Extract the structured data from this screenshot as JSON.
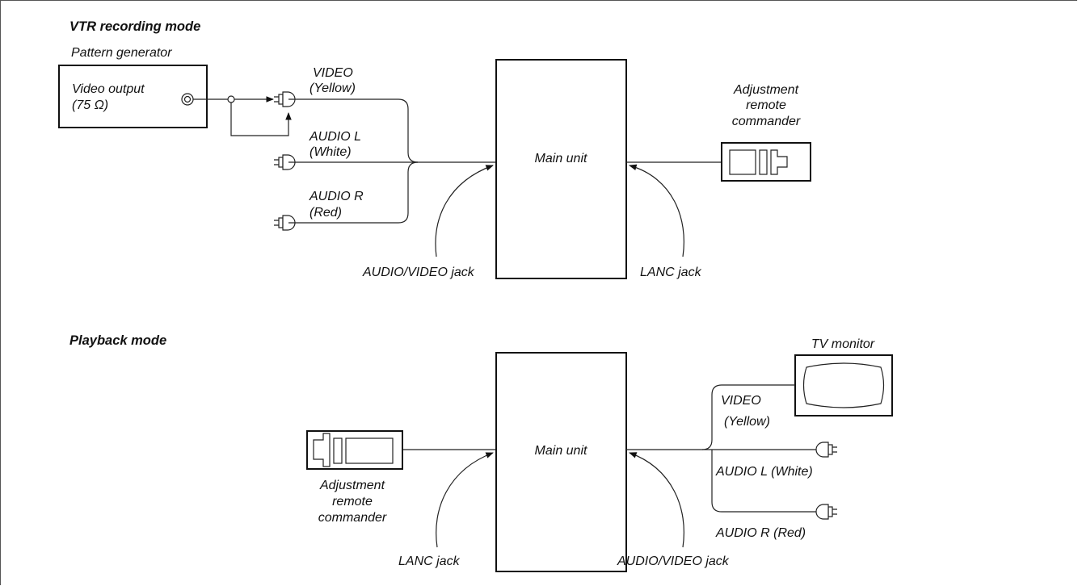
{
  "sections": {
    "vtr": {
      "heading": "VTR recording mode",
      "pattern_generator_label": "Pattern generator",
      "video_output_line1": "Video output",
      "video_output_line2": "(75 Ω)",
      "video_label_line1": "VIDEO",
      "video_label_line2": "(Yellow)",
      "audio_l_line1": "AUDIO L",
      "audio_l_line2": "(White)",
      "audio_r_line1": "AUDIO R",
      "audio_r_line2": "(Red)",
      "main_unit": "Main unit",
      "av_jack": "AUDIO/VIDEO jack",
      "lanc_jack": "LANC jack",
      "remote_line1": "Adjustment",
      "remote_line2": "remote",
      "remote_line3": "commander"
    },
    "playback": {
      "heading": "Playback mode",
      "main_unit": "Main unit",
      "tv_monitor": "TV monitor",
      "video_line1": "VIDEO",
      "video_line2": "(Yellow)",
      "audio_l": "AUDIO L (White)",
      "audio_r": "AUDIO R (Red)",
      "lanc_jack": "LANC jack",
      "av_jack": "AUDIO/VIDEO jack",
      "remote_line1": "Adjustment",
      "remote_line2": "remote",
      "remote_line3": "commander"
    }
  }
}
